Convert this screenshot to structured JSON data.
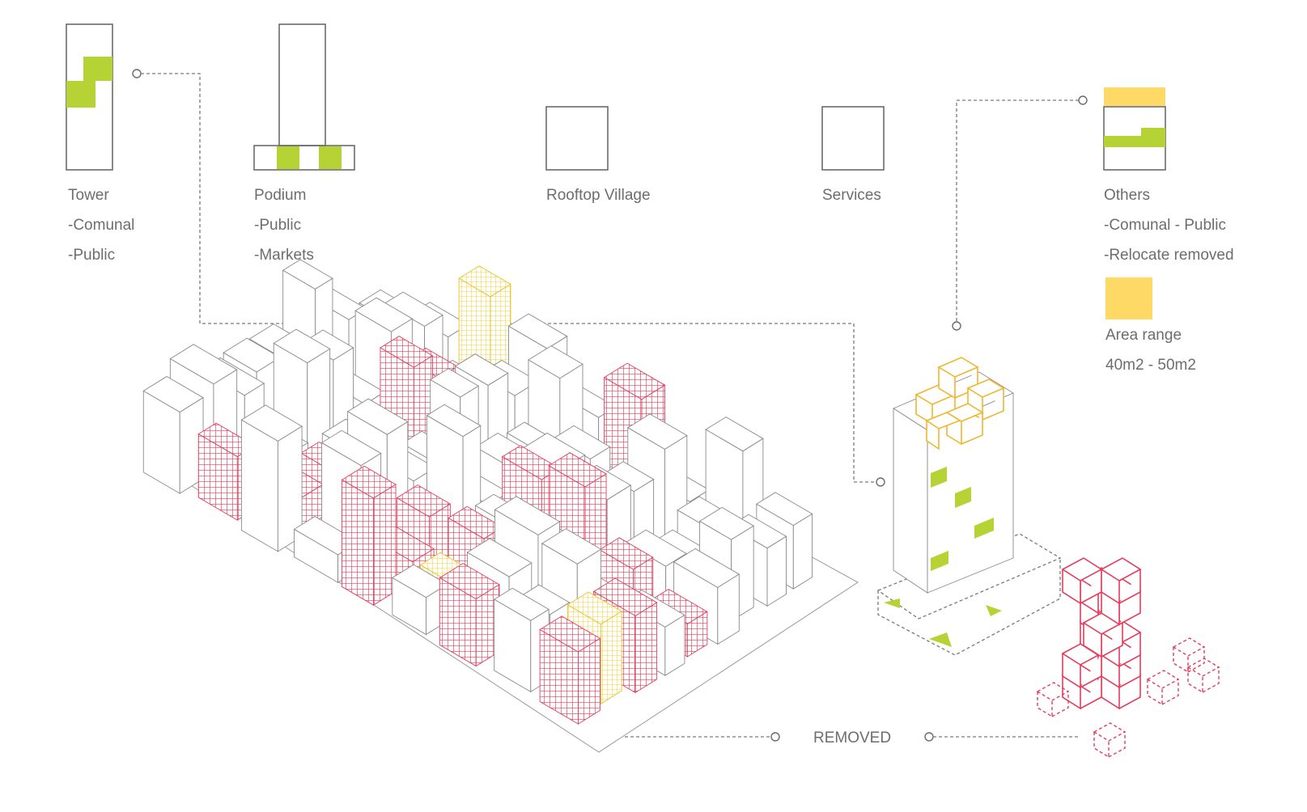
{
  "colors": {
    "green": "#b5d334",
    "yellow": "#ffd966",
    "red": "#e53d5d",
    "outline": "#6a6a6a",
    "text": "#6d6d6d"
  },
  "legend": {
    "tower": {
      "title": "Tower",
      "lines": [
        "-Comunal",
        "-Public"
      ]
    },
    "podium": {
      "title": "Podium",
      "lines": [
        "-Public",
        "-Markets"
      ]
    },
    "rooftop": {
      "title": "Rooftop Village"
    },
    "services": {
      "title": "Services"
    },
    "others": {
      "title": "Others",
      "lines": [
        "-Comunal - Public",
        "-Relocate removed"
      ]
    },
    "area": {
      "title": "Area range",
      "value": "40m2 - 50m2"
    }
  },
  "removed_label": "REMOVED"
}
